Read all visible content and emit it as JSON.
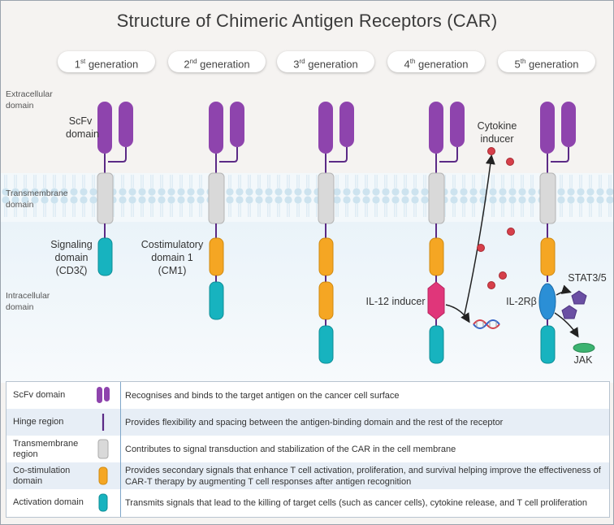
{
  "title": "Structure of Chimeric Antigen Receptors (CAR)",
  "generations": [
    {
      "num": "1",
      "sup": "st",
      "text": " generation"
    },
    {
      "num": "2",
      "sup": "nd",
      "text": " generation"
    },
    {
      "num": "3",
      "sup": "rd",
      "text": " generation"
    },
    {
      "num": "4",
      "sup": "th",
      "text": " generation"
    },
    {
      "num": "5",
      "sup": "th",
      "text": " generation"
    }
  ],
  "domains": {
    "extracellular": [
      "Extracellular",
      "domain"
    ],
    "transmembrane": [
      "Transmembrane",
      "domain"
    ],
    "intracellular": [
      "Intracellular",
      "domain"
    ]
  },
  "labels": {
    "scfv": [
      "ScFv",
      "domain"
    ],
    "signaling": [
      "Signaling",
      "domain",
      "(CD3ζ)"
    ],
    "costim": [
      "Costimulatory",
      "domain 1",
      "(CM1)"
    ],
    "cytokine": [
      "Cytokine",
      "inducer"
    ],
    "il12": "IL-12 inducer",
    "il2rb": "IL-2Rβ",
    "stat": "STAT3/5",
    "jak": "JAK"
  },
  "colors": {
    "scfv": "#8e44ad",
    "hinge": "#5b2a86",
    "transmembrane": "#d9d9d9",
    "costim": "#f5a623",
    "activation": "#17b3bf",
    "il12": "#e0367a",
    "il2rb": "#2b8fd6",
    "stat": "#6a4fa3",
    "jak": "#3cb371",
    "cytokine": "#d63f4a"
  },
  "legend": [
    {
      "name": "ScFv domain",
      "desc": "Recognises and binds to the target antigen on the cancer cell surface",
      "icon": "scfv-icon"
    },
    {
      "name": "Hinge region",
      "desc": "Provides flexibility and spacing between the antigen-binding domain and the rest of the receptor",
      "icon": "hinge-icon"
    },
    {
      "name": "Transmembrane region",
      "desc": "Contributes to signal transduction and stabilization of the CAR in the cell membrane",
      "icon": "transmembrane-icon"
    },
    {
      "name": "Co-stimulation domain",
      "desc": "Provides secondary signals that enhance T cell activation, proliferation, and survival helping improve the effectiveness of CAR-T therapy by augmenting T cell responses after antigen recognition",
      "icon": "costimulation-icon"
    },
    {
      "name": "Activation domain",
      "desc": "Transmits signals that lead to the killing of target cells (such as cancer cells), cytokine release, and T cell proliferation",
      "icon": "activation-icon"
    }
  ]
}
